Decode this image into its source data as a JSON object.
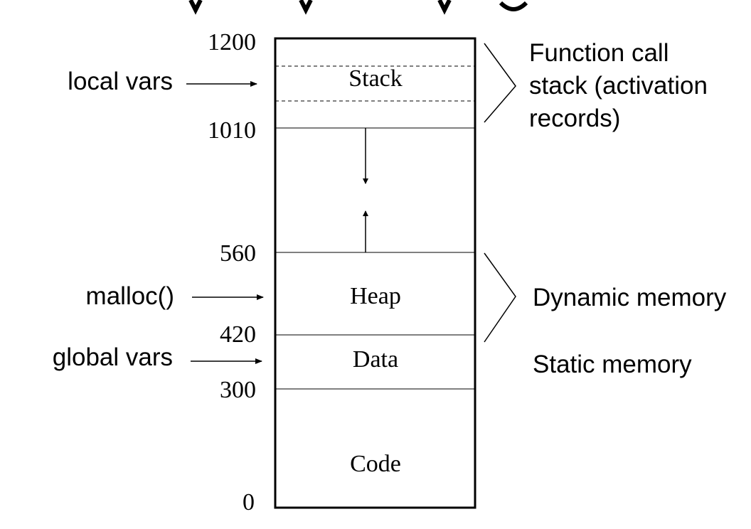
{
  "memory_layout": {
    "addresses": [
      "1200",
      "1010",
      "560",
      "420",
      "300",
      "0"
    ],
    "segments": {
      "stack": "Stack",
      "heap": "Heap",
      "data": "Data",
      "code": "Code"
    }
  },
  "pointers": {
    "local_vars": "local vars",
    "malloc": "malloc()",
    "global_vars": "global vars"
  },
  "annotations": {
    "function_call_stack": [
      "Function call",
      "stack (activation",
      "records)"
    ],
    "dynamic_memory": "Dynamic memory",
    "static_memory": "Static memory"
  }
}
